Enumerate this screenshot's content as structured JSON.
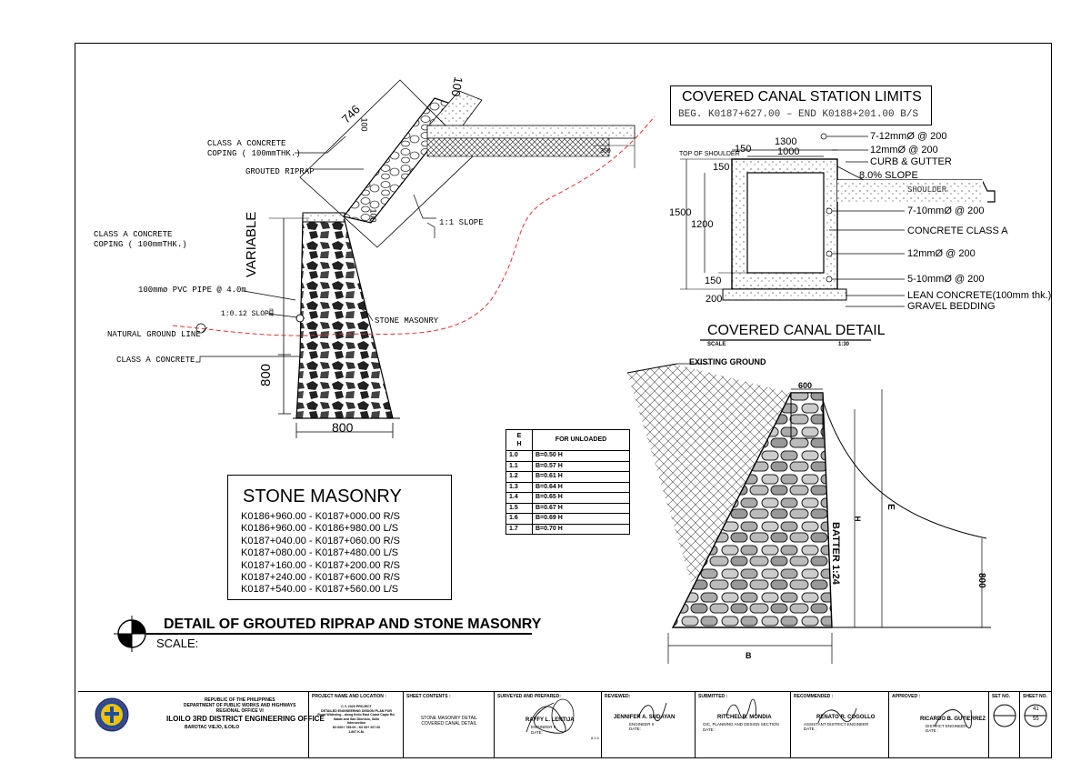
{
  "riprap_detail": {
    "dim_746": "746",
    "dim_100_top": "100",
    "dim_100_small": "100",
    "dim_100_side": "100",
    "dim_350": "350",
    "label_coping_top": [
      "CLASS A CONCRETE",
      "COPING ( 100mmTHK.)"
    ],
    "label_grouted_riprap": "GROUTED RIPRAP",
    "label_slope_11": "1:1 SLOPE",
    "label_coping_left": [
      "CLASS A CONCRETE",
      "COPING ( 100mmTHK.)"
    ],
    "label_pvc": "100mmø PVC PIPE @ 4.0m",
    "label_slope_012": "1:0.12 SLOPE",
    "label_natural_ground": "NATURAL GROUND LINE",
    "label_class_a": "CLASS A CONCRETE",
    "label_stone_masonry": "STONE MASONRY",
    "label_variable": "VARIABLE",
    "dim_800_vert": "800",
    "dim_800_base": "800"
  },
  "canal_limits": {
    "title": "COVERED CANAL STATION LIMITS",
    "stations": "BEG. K0187+627.00  –  END K0188+201.00 B/S"
  },
  "canal_detail": {
    "top_of_shoulder": "TOP OF SHOULDER",
    "dim_1300": "1300",
    "dim_1000": "1000",
    "dim_150a": "150",
    "dim_150b": "150",
    "dim_150c": "150",
    "dim_1500": "1500",
    "dim_1200": "1200",
    "dim_200": "200",
    "callouts": [
      "7-12mmØ @ 200",
      "12mmØ @ 200",
      "CURB & GUTTER",
      "8.0% SLOPE",
      "7-10mmØ @ 200",
      "CONCRETE CLASS A",
      "12mmØ @ 200",
      "5-10mmØ @ 200",
      "LEAN CONCRETE(100mm thk.)",
      "GRAVEL BEDDING"
    ],
    "shoulder": "SHOULDER",
    "title": "COVERED  CANAL DETAIL",
    "scale_label": "SCALE",
    "scale_value": "1:30"
  },
  "wall_section": {
    "existing_ground": "EXISTING GROUND",
    "dim_600": "600",
    "label_e": "E",
    "label_h": "H",
    "batter": "BATTER  1:24",
    "dim_800": "800",
    "label_b": "B"
  },
  "b_table": {
    "header_eh": [
      "E",
      "H"
    ],
    "header_unloaded": "FOR  UNLOADED",
    "rows": [
      [
        "1.0",
        "B=0.50 H"
      ],
      [
        "1.1",
        "B=0.57 H"
      ],
      [
        "1.2",
        "B=0.61 H"
      ],
      [
        "1.3",
        "B=0.64 H"
      ],
      [
        "1.4",
        "B=0.65 H"
      ],
      [
        "1.5",
        "B=0.67 H"
      ],
      [
        "1.6",
        "B=0.69 H"
      ],
      [
        "1.7",
        "B=0.70 H"
      ]
    ]
  },
  "stone_masonry": {
    "title": "STONE MASONRY",
    "stations": [
      "K0186+960.00 - K0187+000.00 R/S",
      "K0186+960.00 - K0186+980.00 L/S",
      "K0187+040.00 - K0187+060.00 R/S",
      "K0187+080.00 - K0187+480.00 L/S",
      "K0187+160.00 - K0187+200.00 R/S",
      "K0187+240.00 - K0187+600.00 R/S",
      "K0187+540.00 - K0187+560.00 L/S"
    ]
  },
  "detail_title": {
    "title": "DETAIL OF GROUTED RIPRAP  AND  STONE MASONRY",
    "scale": "SCALE:"
  },
  "title_block": {
    "agency": [
      "REPUBLIC OF THE PHILIPPINES",
      "DEPARTMENT OF PUBLIC WORKS AND HIGHWAYS",
      "REGIONAL OFFICE VI"
    ],
    "office": "ILOILO 3RD DISTRICT ENGINEERING OFFICE",
    "address": "BAROTAC VIEJO, ILOILO",
    "project_head": "PROJECT NAME AND LOCATION :",
    "project_lines": [
      "C.Y. 2020 PROJECT",
      "DETAILED ENGINEERING DESIGN PLAN FOR",
      "Road Widening - along Iloilo East Coast Capiz Rd.",
      "Sabat and San Dionisio, Iloilo",
      "Intersection",
      "K0 000+ 785.00 - K0 00+ 207.00",
      "1.897 K.M."
    ],
    "sheet_contents_head": "SHEET CONTENTS :",
    "sheet_contents": [
      "STONE MASONRY DETAIL",
      "COVERED CANAL DETAIL"
    ],
    "surveyed_head": "SURVEYED AND PREPARED:",
    "surveyed_name": "RAFFY L. LENTIJA",
    "surveyed_role": "ENGINEER II",
    "surveyed_date": "DATE:",
    "surveyed_code": "8.2.0",
    "reviewed_head": "REVIEWED:",
    "reviewed_name": "JENNIFER A. SUDAYAN",
    "reviewed_role": "ENGINEER II",
    "reviewed_date": "DATE:",
    "submitted_head": "SUBMITTED :",
    "submitted_name": "RITCHEL B. MONDIA",
    "submitted_role": "OIC, PLANNING AND DESIGN SECTION",
    "submitted_date": "DATE :",
    "recommended_head": "RECOMMENDED :",
    "recommended_name": "RENATO R. COGOLLO",
    "recommended_role": "ASSISTANT DISTRICT ENGINEER",
    "recommended_date": "DATE :",
    "approved_head": "APPROVED :",
    "approved_name": "RICARDO B. GUTIERREZ",
    "approved_role": "DISTRICT ENGINEER",
    "approved_date": "DATE :",
    "set_no_head": "SET NO.",
    "sheet_no_head": "SHEET NO.",
    "sheet_no": "41",
    "sheet_total": "55"
  }
}
